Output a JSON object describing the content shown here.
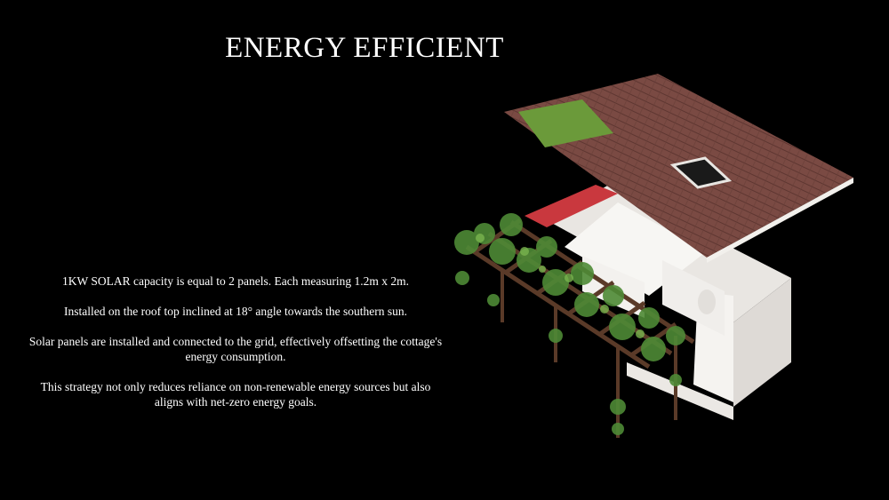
{
  "slide": {
    "title": "ENERGY EFFICIENT",
    "paragraphs": [
      "1KW SOLAR capacity is equal to 2 panels. Each measuring 1.2m x 2m.",
      "Installed on the roof top inclined at 18° angle towards the southern sun.",
      "Solar panels are installed and connected to the grid, effectively offsetting the cottage's energy consumption.",
      "This strategy not only reduces reliance on non-renewable energy sources but also aligns with net-zero energy goals."
    ]
  },
  "colors": {
    "background": "#000000",
    "text": "#ffffff",
    "roof": "#7a4a43",
    "roof_panel": "#6b9a3a",
    "walls": "#f1efec",
    "red_roof": "#c9383e",
    "pergola_wood": "#5a3a28",
    "foliage": "#4e8a36"
  },
  "illustration": {
    "subject": "exploded 3D model of cottage with roof, skylight, pergola and vines"
  }
}
